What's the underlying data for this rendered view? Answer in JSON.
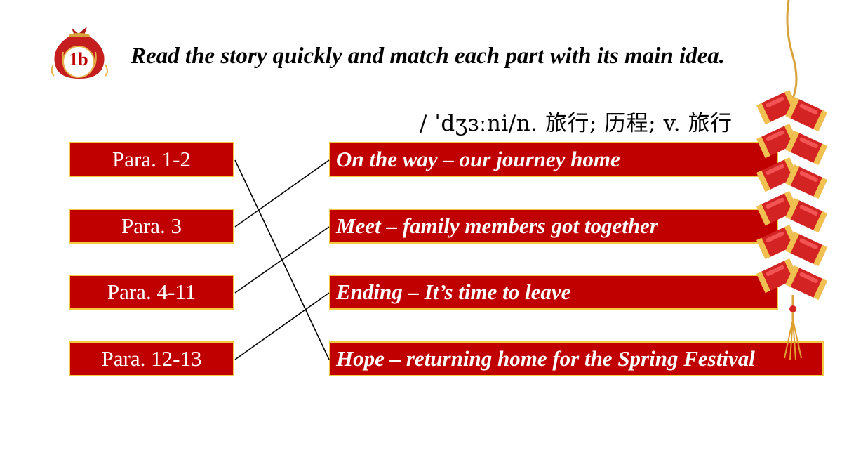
{
  "badge": {
    "label": "1b"
  },
  "instruction": "Read the story quickly and match each part with its main idea.",
  "phonetic": "/ ˈdʒɜːni/n. 旅行; 历程; v. 旅行",
  "left_items": [
    "Para. 1-2",
    "Para. 3",
    "Para. 4-11",
    "Para. 12-13"
  ],
  "right_items": [
    "On the way – our journey home",
    "Meet – family members got together",
    "Ending – It’s time to leave",
    "Hope – returning home for the Spring Festival"
  ],
  "matches": [
    {
      "para": "Para. 1-2",
      "idea": "Hope – returning home for the Spring Festival"
    },
    {
      "para": "Para. 3",
      "idea": "On the way – our journey home"
    },
    {
      "para": "Para. 4-11",
      "idea": "Meet – family members got together"
    },
    {
      "para": "Para. 12-13",
      "idea": "Ending – It’s time to leave"
    }
  ],
  "colors": {
    "box_fill": "#c00000",
    "box_border": "#f5c842",
    "text_on_box": "#ffffff",
    "line": "#000000"
  },
  "decorations": [
    "lucky-bag-icon",
    "firecrackers-icon"
  ]
}
